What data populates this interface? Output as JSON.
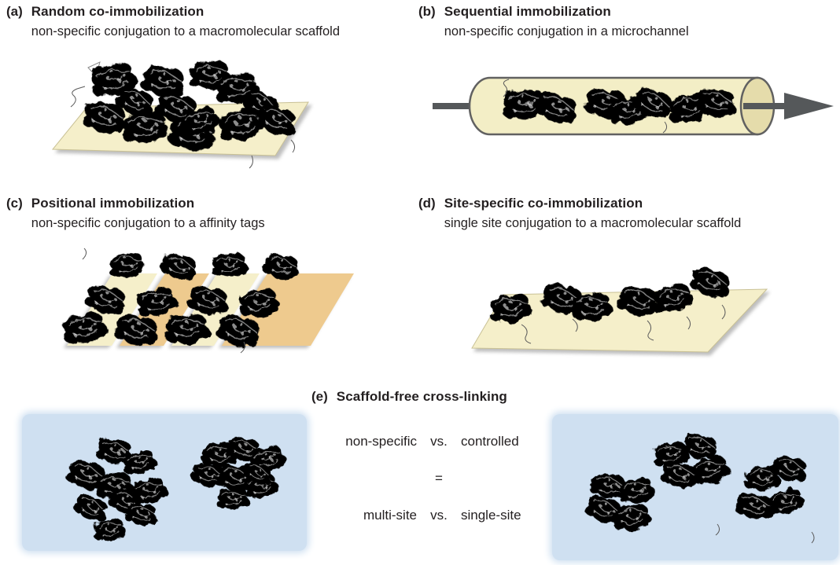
{
  "figure": {
    "description_label": "enzyme-immobilization-strategies-figure"
  },
  "panels": {
    "a": {
      "label": "(a)",
      "title": "Random co-immobilization",
      "subtitle": "non-specific conjugation to a macromolecular scaffold"
    },
    "b": {
      "label": "(b)",
      "title": "Sequential immobilization",
      "subtitle": "non-specific conjugation in a microchannel"
    },
    "c": {
      "label": "(c)",
      "title": "Positional immobilization",
      "subtitle": "non-specific conjugation to a affinity tags"
    },
    "d": {
      "label": "(d)",
      "title": "Site-specific co-immobilization",
      "subtitle": "single site conjugation to a macromolecular scaffold"
    },
    "e": {
      "label": "(e)",
      "title": "Scaffold-free cross-linking",
      "comparison": {
        "row1": [
          "non-specific",
          "vs.",
          "controlled"
        ],
        "equals": "=",
        "row2": [
          "multi-site",
          "vs.",
          "single-site"
        ]
      }
    }
  },
  "icons": {
    "flow_arrow": "flow-arrow-icon",
    "microchannel": "microchannel-tube",
    "scaffold_sheet": "scaffold-sheet",
    "affinity_strips": "affinity-tag-strips",
    "solution_panel": "solution-panel"
  },
  "colors": {
    "background": "#ffffff",
    "text": "#231f20",
    "scaffold_sheet": "#f5efca",
    "scaffold_edge": "#c9c195",
    "strip_tan": "#eeca8e",
    "microchannel_fill": "#f3eec6",
    "microchannel_cap": "#e5dcab",
    "microchannel_outline": "#616161",
    "arrow": "#55585a",
    "solution_panel": "#cfe0f1",
    "enzyme_green": "#55a155",
    "enzyme_green_light": "#8cc98c",
    "enzyme_blue": "#3f5fa8",
    "enzyme_red": "#a03230",
    "enzyme_orange": "#cd8f4f",
    "enzyme_tan": "#d8b06e"
  }
}
